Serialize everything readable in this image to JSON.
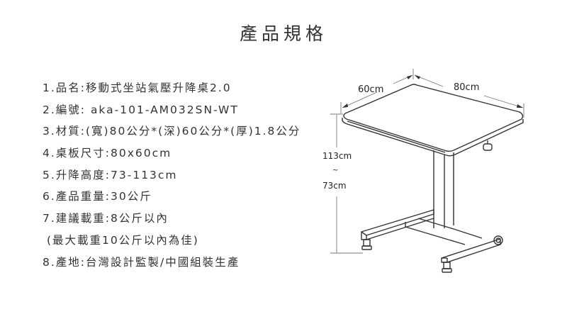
{
  "title": "產品規格",
  "specs": [
    "1.品名:移動式坐站氣壓升降桌2.0",
    "2.編號: aka-101-AM032SN-WT",
    "3.材質:(寬)80公分*(深)60公分*(厚)1.8公分",
    "4.桌板尺寸:80x60cm",
    "5.升降高度:73-113cm",
    "6.產品重量:30公斤",
    "7.建議載重:8公斤以內",
    "(最大載重10公斤以內為佳)",
    "8.產地:台灣設計監製/中國組裝生產"
  ],
  "diagram": {
    "depth_label": "60cm",
    "width_label": "80cm",
    "height_max": "113cm",
    "height_sep": "~",
    "height_min": "73cm"
  }
}
